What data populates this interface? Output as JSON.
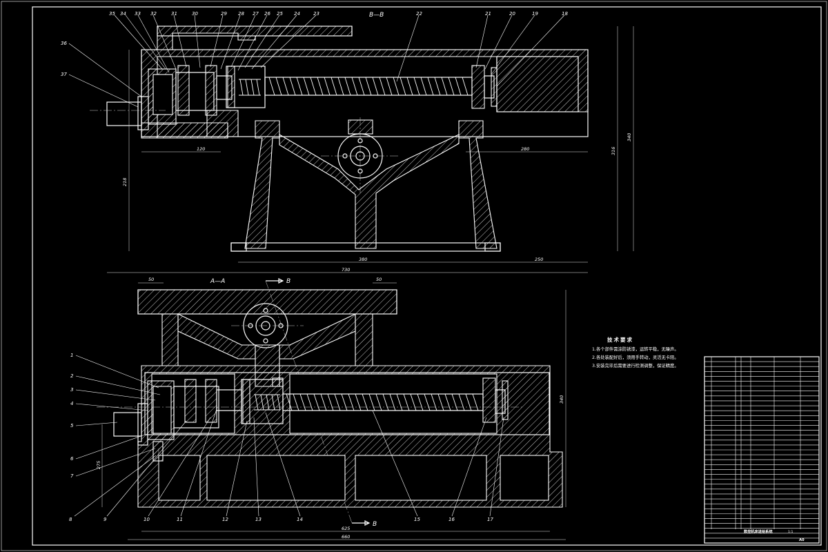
{
  "section_titles": {
    "bb": "B—B",
    "aa": "A—A"
  },
  "section_marks": {
    "b_top": "B",
    "b_bottom": "B"
  },
  "top_view_labels": [
    "35",
    "34",
    "33",
    "32",
    "31",
    "30",
    "29",
    "28",
    "27",
    "26",
    "25",
    "24",
    "23",
    "22",
    "21",
    "20",
    "19",
    "18",
    "36",
    "37"
  ],
  "bottom_view_labels": [
    "1",
    "2",
    "3",
    "4",
    "5",
    "6",
    "7",
    "8",
    "9",
    "10",
    "11",
    "12",
    "13",
    "14",
    "15",
    "16",
    "17"
  ],
  "top_dimensions": {
    "d120": "120",
    "d280": "280",
    "d218": "218",
    "d316": "316",
    "d340": "340",
    "d380": "380",
    "d250": "250",
    "d730": "730"
  },
  "bottom_dimensions": {
    "d50a": "50",
    "d50b": "50",
    "d340": "340",
    "d275": "275",
    "d625": "625",
    "d660": "660"
  },
  "tech_requirements": {
    "title": "技术要求",
    "items": [
      "1.各个部件需涂防锈漆，运转平稳，无噪声。",
      "2.各处装配好后，须用手转动，灵活无卡阻。",
      "3.安装完毕后需要进行检测调整，保证精度。"
    ]
  },
  "title_block": {
    "drawing_name": "数控机床进给系统",
    "scale": "1:1",
    "sheet": "A0"
  }
}
